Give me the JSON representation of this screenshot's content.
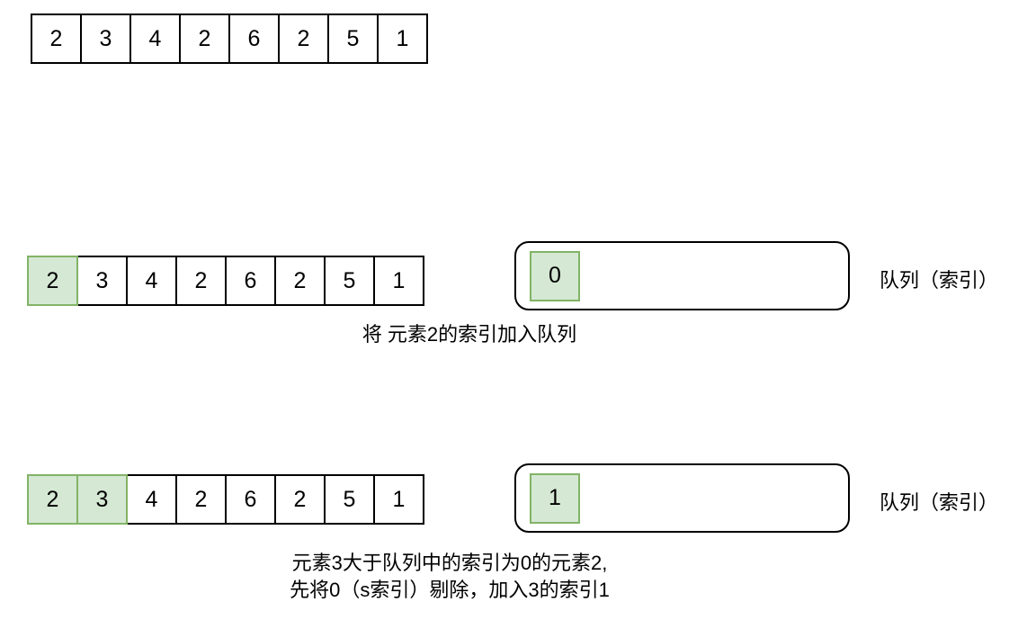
{
  "colors": {
    "highlight_fill": "#d5e8d4",
    "highlight_stroke": "#82b366",
    "stroke": "#000000",
    "background": "#ffffff",
    "text": "#000000"
  },
  "rows": {
    "top": {
      "cells": [
        "2",
        "3",
        "4",
        "2",
        "6",
        "2",
        "5",
        "1"
      ],
      "highlighted_count": 0
    },
    "middle": {
      "cells": [
        "2",
        "3",
        "4",
        "2",
        "6",
        "2",
        "5",
        "1"
      ],
      "highlighted_count": 1,
      "queue": {
        "items": [
          "0"
        ],
        "label": "队列（索引）"
      },
      "caption": "将 元素2的索引加入队列"
    },
    "bottom": {
      "cells": [
        "2",
        "3",
        "4",
        "2",
        "6",
        "2",
        "5",
        "1"
      ],
      "highlighted_count": 2,
      "queue": {
        "items": [
          "1"
        ],
        "label": "队列（索引）"
      },
      "caption_line1": "元素3大于队列中的索引为0的元素2,",
      "caption_line2": "先将0（s索引）剔除，加入3的索引1"
    }
  }
}
